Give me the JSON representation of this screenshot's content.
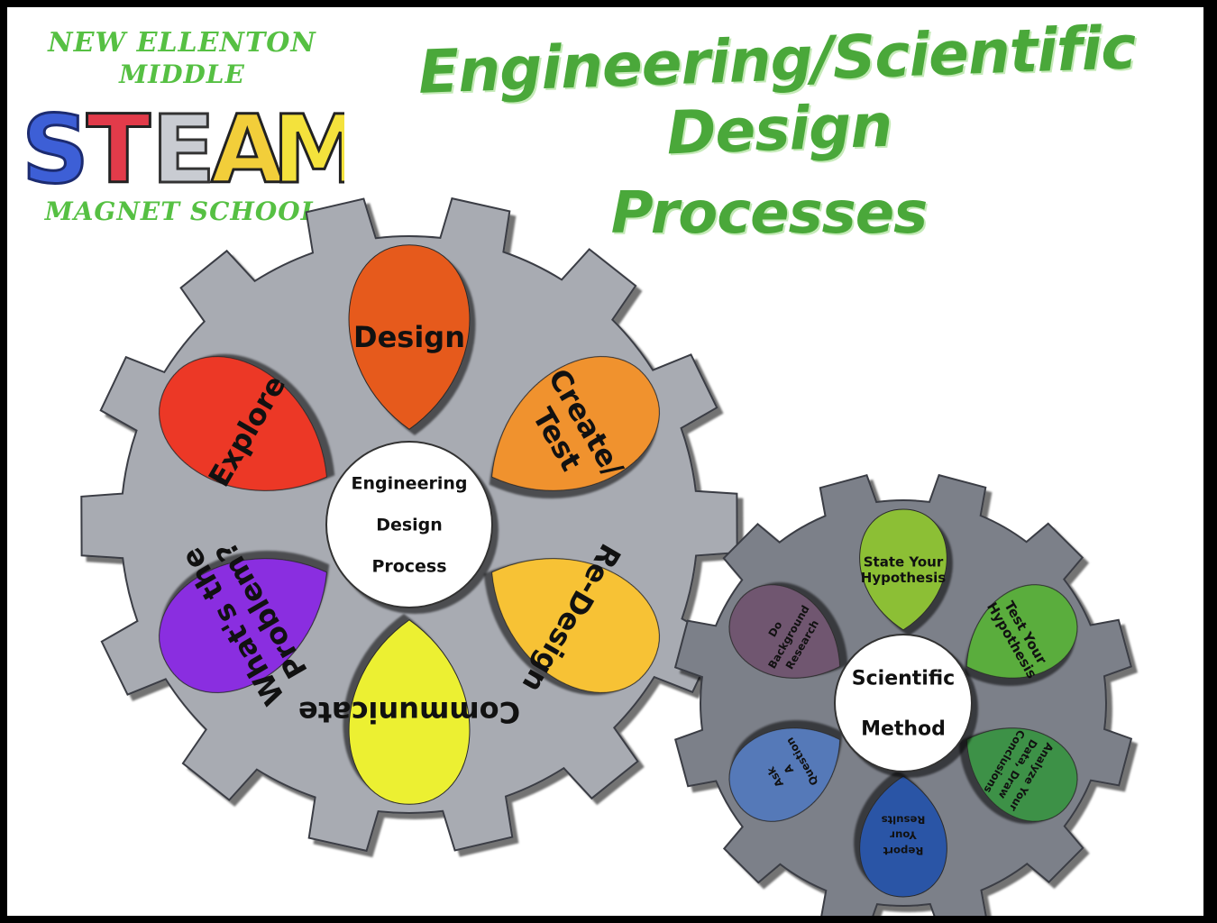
{
  "logo": {
    "line1": "NEW ELLENTON",
    "line2": "MIDDLE",
    "word": "STEAM",
    "line3": "MAGNET SCHOOL"
  },
  "title": {
    "line1": "Engineering/Scientific Design",
    "line2": "Processes"
  },
  "engineering_gear": {
    "center_lines": [
      "Engineering",
      "Design",
      "Process"
    ],
    "segments": [
      {
        "label_lines": [
          "Design"
        ],
        "color": "#e65a1e"
      },
      {
        "label_lines": [
          "Create/",
          "Test"
        ],
        "color": "#f0922e"
      },
      {
        "label_lines": [
          "Re-Design"
        ],
        "color": "#f7c236"
      },
      {
        "label_lines": [
          "Communicate"
        ],
        "color": "#ecf032"
      },
      {
        "label_lines": [
          "What's the",
          "Problem?"
        ],
        "color": "#8a2ee0"
      },
      {
        "label_lines": [
          "Explore"
        ],
        "color": "#ec3828"
      }
    ]
  },
  "scientific_gear": {
    "center_lines": [
      "Scientific",
      "Method"
    ],
    "segments": [
      {
        "label_lines": [
          "State Your",
          "Hypothesis"
        ],
        "color": "#8cbf36"
      },
      {
        "label_lines": [
          "Test Your",
          "Hypothesis"
        ],
        "color": "#5aad3c"
      },
      {
        "label_lines": [
          "Analyze Your",
          "Data, Draw",
          "Conclusions"
        ],
        "color": "#3d9147"
      },
      {
        "label_lines": [
          "Report",
          "Your",
          "Results"
        ],
        "color": "#2c55a6"
      },
      {
        "label_lines": [
          "Ask",
          "A",
          "Question"
        ],
        "color": "#5579b8"
      },
      {
        "label_lines": [
          "Do",
          "Background",
          "Research"
        ],
        "color": "#6f5670"
      }
    ]
  },
  "colors": {
    "title_green": "#4aa83a",
    "logo_green": "#56c043",
    "gear_large": "#a8abb2",
    "gear_small": "#7b8089"
  }
}
